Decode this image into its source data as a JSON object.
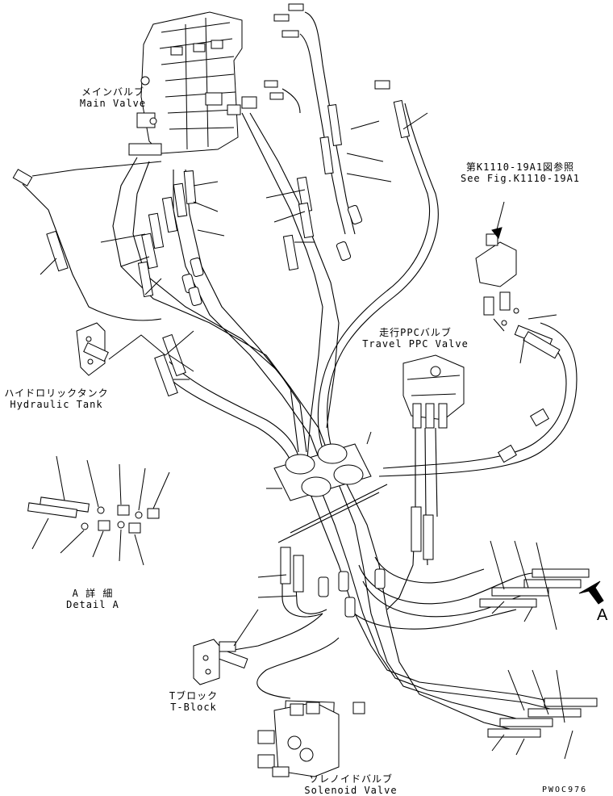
{
  "labels": {
    "main_valve": [
      "メインバルブ",
      "Main Valve"
    ],
    "see_fig": [
      "第K1110-19A1図参照",
      "See Fig.K1110-19A1"
    ],
    "travel_ppc": [
      "走行PPCバルブ",
      "Travel PPC Valve"
    ],
    "hydraulic_tank": [
      "ハイドロリックタンク",
      "Hydraulic Tank"
    ],
    "detail_a": [
      "A 詳 細",
      "Detail A"
    ],
    "t_block": [
      "Tブロック",
      "T-Block"
    ],
    "solenoid": [
      "ソレノイドバルブ",
      "Solenoid Valve"
    ],
    "arrow_a": "A",
    "drawing_code": "PWOC976"
  }
}
